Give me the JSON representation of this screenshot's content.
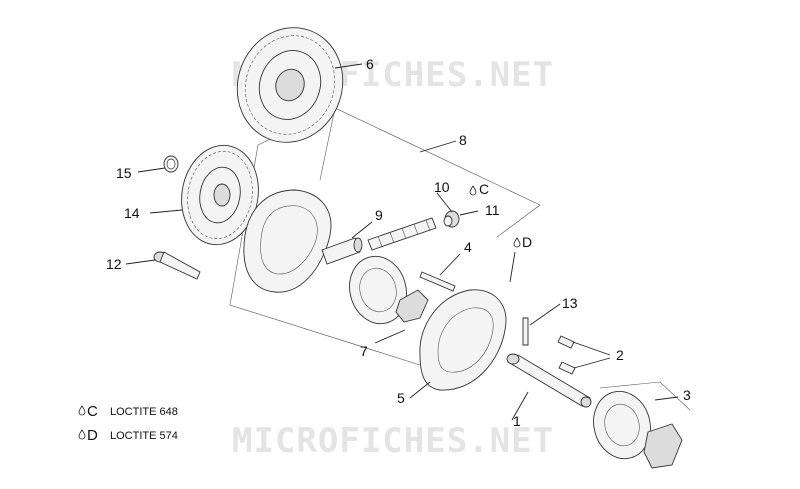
{
  "watermark": "MICROFICHES.NET",
  "callouts": [
    "1",
    "2",
    "3",
    "4",
    "5",
    "6",
    "7",
    "8",
    "9",
    "10",
    "11",
    "12",
    "13",
    "14",
    "15"
  ],
  "tags": {
    "c": "C",
    "d": "D"
  },
  "legend": [
    {
      "letter": "C",
      "text": "LOCTITE 648"
    },
    {
      "letter": "D",
      "text": "LOCTITE 574"
    }
  ]
}
